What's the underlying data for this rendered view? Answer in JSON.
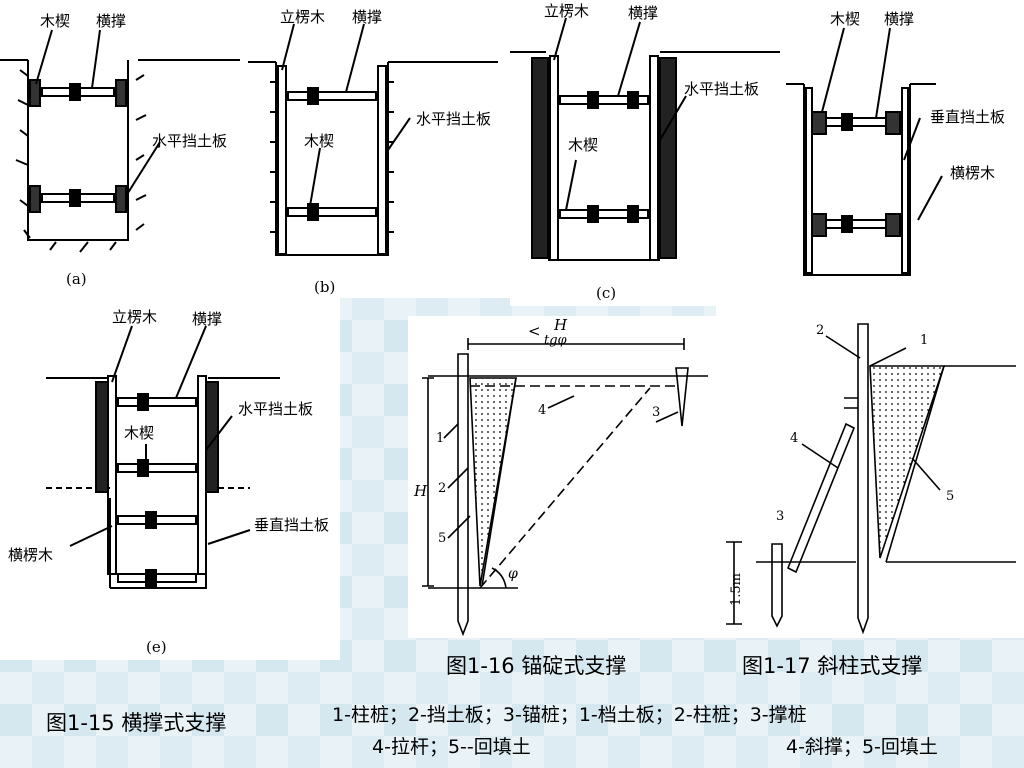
{
  "panels": {
    "a": {
      "sublabel": "(a)",
      "labels": {
        "wedge": "木楔",
        "strut": "横撑",
        "h_board": "水平挡土板"
      }
    },
    "b": {
      "sublabel": "(b)",
      "labels": {
        "v_wood": "立楞木",
        "strut": "横撑",
        "h_board": "水平挡土板",
        "wedge": "木楔"
      }
    },
    "c": {
      "sublabel": "(c)",
      "labels": {
        "v_wood": "立楞木",
        "strut": "横撑",
        "h_board": "水平挡土板",
        "wedge": "木楔"
      }
    },
    "d": {
      "labels": {
        "wedge": "木楔",
        "strut": "横撑",
        "v_board": "垂直挡土板",
        "h_wood": "横楞木"
      }
    },
    "e": {
      "sublabel": "(e)",
      "labels": {
        "v_wood": "立楞木",
        "strut": "横撑",
        "h_board": "水平挡土板",
        "wedge": "木楔",
        "v_board": "垂直挡土板",
        "h_wood": "横楞木"
      }
    },
    "f16": {
      "dim_top_num": "H",
      "dim_top_den": "tgφ",
      "dim_less": "<",
      "dim_h": "H",
      "angle": "φ",
      "nums": [
        "1",
        "2",
        "3",
        "4",
        "5"
      ]
    },
    "f17": {
      "nums": [
        "1",
        "2",
        "3",
        "4",
        "5"
      ],
      "dim": "1.5m"
    }
  },
  "captions": {
    "fig15": "图1-15  横撑式支撑",
    "fig16": "图1-16  锚碇式支撑",
    "fig17": "图1-17  斜柱式支撑",
    "legend_line1": "1-柱桩；2-挡土板；3-锚桩；1-档土板；2-柱桩；3-撑桩",
    "legend_line2_left": "4-拉杆；5--回填土",
    "legend_line2_right": "4-斜撑；5-回填土"
  },
  "colors": {
    "bg_tile_light": "#e9f3f7",
    "bg_tile_dark": "#d6e8ef",
    "ink": "#000000"
  }
}
